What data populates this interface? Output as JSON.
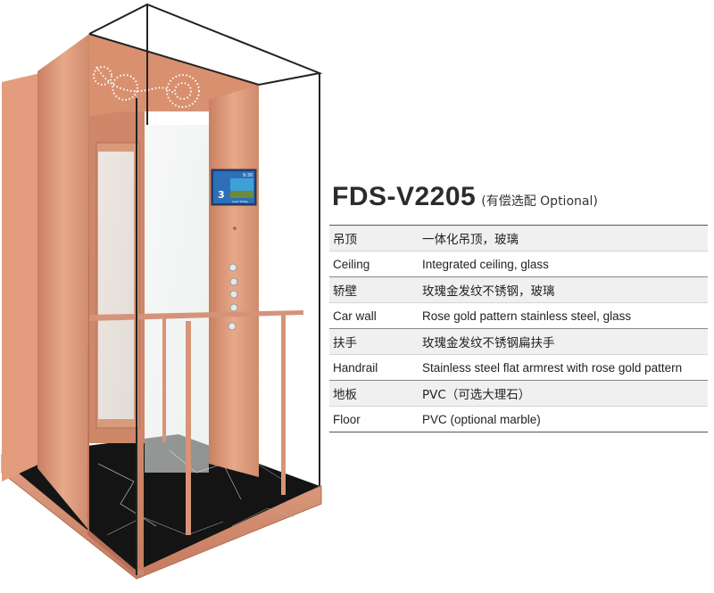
{
  "product": {
    "model": "FDS-V2205",
    "note": "(有偿选配 Optional)"
  },
  "display_screen": {
    "floor_number": "3",
    "time": "9:30",
    "caption": "Load 320kg"
  },
  "colors": {
    "rose_gold": "#d9906f",
    "rose_gold_dark": "#b8705a",
    "floor_marble": "#141414",
    "frame_line": "#222222"
  },
  "specs": [
    {
      "zh_label": "吊顶",
      "zh_value": "一体化吊顶，玻璃",
      "en_label": "Ceiling",
      "en_value": "Integrated ceiling, glass"
    },
    {
      "zh_label": "轿壁",
      "zh_value": "玫瑰金发纹不锈钢，玻璃",
      "en_label": "Car wall",
      "en_value": "Rose gold pattern stainless steel, glass"
    },
    {
      "zh_label": "扶手",
      "zh_value": "玫瑰金发纹不锈钢扁扶手",
      "en_label": "Handrail",
      "en_value": "Stainless steel flat armrest with rose gold pattern"
    },
    {
      "zh_label": "地板",
      "zh_value": "PVC（可选大理石）",
      "en_label": "Floor",
      "en_value": "PVC (optional marble)"
    }
  ]
}
